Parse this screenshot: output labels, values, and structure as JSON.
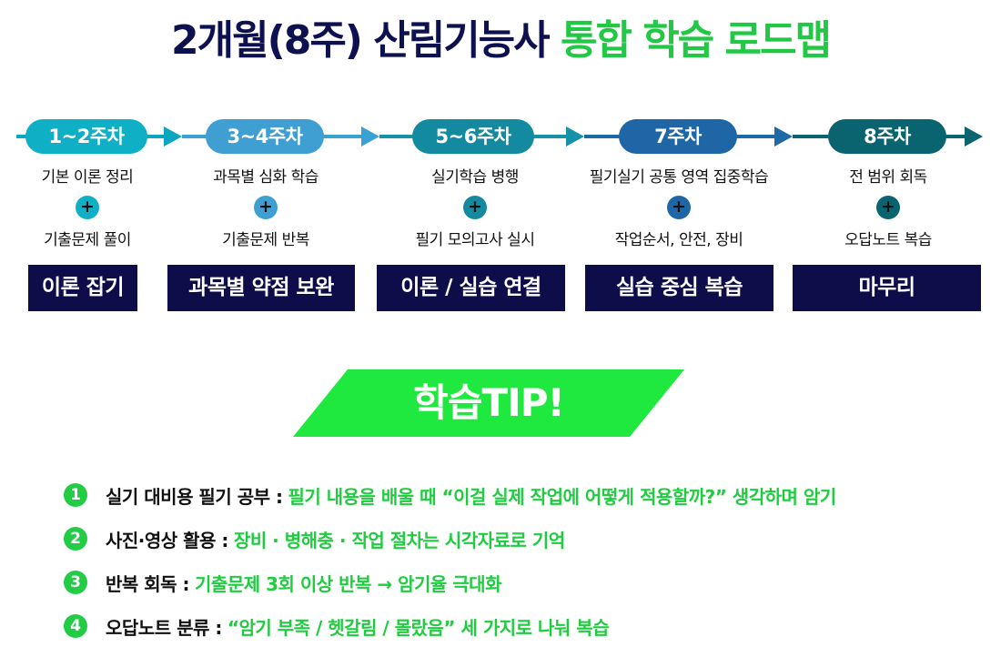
{
  "title": {
    "main": "2개월(8주) 산림기능사",
    "accent": "통합 학습 로드맵"
  },
  "colors": {
    "navy": "#0d1150",
    "green": "#22c745",
    "banner_green": "#1fe83f"
  },
  "weeks": [
    {
      "label": "1~2주차",
      "color": "#0fb0c6",
      "item1": "기본 이론 정리",
      "item2": "기출문제 풀이",
      "goal": "이론 잡기"
    },
    {
      "label": "3~4주차",
      "color": "#3f9fd2",
      "item1": "과목별 심화 학습",
      "item2": "기출문제 반복",
      "goal": "과목별 약점 보완"
    },
    {
      "label": "5~6주차",
      "color": "#138aa0",
      "item1": "실기학습 병행",
      "item2": "필기 모의고사 실시",
      "goal": "이론 / 실습 연결"
    },
    {
      "label": "7주차",
      "color": "#1e66a6",
      "item1": "필기실기 공통 영역 집중학습",
      "item2": "작업순서, 안전, 장비",
      "goal": "실습 중심 복습"
    },
    {
      "label": "8주차",
      "color": "#0a6470",
      "item1": "전 범위 회독",
      "item2": "오답노트 복습",
      "goal": "마무리"
    }
  ],
  "plus_symbol": "+",
  "tip_banner": "학습TIP!",
  "tips": [
    {
      "num": "1",
      "label": "실기 대비용 필기 공부 :",
      "desc": "필기 내용을 배울 때 “이걸 실제 작업에 어떻게 적용할까?” 생각하며 암기"
    },
    {
      "num": "2",
      "label": "사진·영상 활용 :",
      "desc": "장비 · 병해충 · 작업 절차는 시각자료로 기억"
    },
    {
      "num": "3",
      "label": "반복 회독 :",
      "desc": "기출문제 3회 이상 반복 → 암기율 극대화"
    },
    {
      "num": "4",
      "label": "오답노트 분류 :",
      "desc": "“암기 부족 / 헷갈림 / 몰랐음” 세 가지로 나눠 복습"
    }
  ]
}
